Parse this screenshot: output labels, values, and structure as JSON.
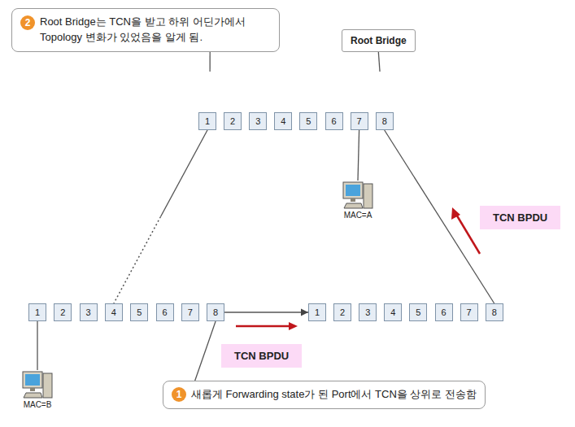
{
  "diagram": {
    "nodes": [
      {
        "text": [
          "2",
          "Root Bridge는 TCN을 받고 하위 어딘가에서 Topology 변화가 있었음을 알게 됨."
        ]
      },
      {
        "text": [
          "Root Bridge"
        ]
      },
      {
        "text": []
      },
      {
        "text": [
          "1"
        ],
        "in": 2
      },
      {
        "text": [
          "2"
        ],
        "in": 2
      },
      {
        "text": [
          "3"
        ],
        "in": 2
      },
      {
        "text": [
          "4"
        ],
        "in": 2
      },
      {
        "text": [
          "5"
        ],
        "in": 2
      },
      {
        "text": [
          "6"
        ],
        "in": 2
      },
      {
        "text": [
          "7"
        ],
        "in": 2
      },
      {
        "text": [
          "8"
        ],
        "in": 2
      },
      {
        "text": [
          "MAC=A"
        ]
      },
      {
        "text": [
          "TCN BPDU"
        ]
      },
      {
        "text": []
      },
      {
        "text": [
          "1"
        ],
        "in": 13
      },
      {
        "text": [
          "2"
        ],
        "in": 13
      },
      {
        "text": [
          "3"
        ],
        "in": 13
      },
      {
        "text": [
          "4"
        ],
        "in": 13
      },
      {
        "text": [
          "5"
        ],
        "in": 13
      },
      {
        "text": [
          "6"
        ],
        "in": 13
      },
      {
        "text": [
          "7"
        ],
        "in": 13
      },
      {
        "text": [
          "8"
        ],
        "in": 13
      },
      {
        "text": []
      },
      {
        "text": [
          "1"
        ],
        "in": 22
      },
      {
        "text": [
          "2"
        ],
        "in": 22
      },
      {
        "text": [
          "3"
        ],
        "in": 22
      },
      {
        "text": [
          "4"
        ],
        "in": 22
      },
      {
        "text": [
          "5"
        ],
        "in": 22
      },
      {
        "text": [
          "6"
        ],
        "in": 22
      },
      {
        "text": [
          "7"
        ],
        "in": 22
      },
      {
        "text": [
          "8"
        ],
        "in": 22
      },
      {
        "text": [
          "TCN BPDU"
        ]
      },
      {
        "text": [
          "1",
          "새롭게 Forwarding state가 된 Port에서 TCN을 상위로 전송함"
        ]
      },
      {
        "text": [
          "MAC=B"
        ]
      }
    ],
    "edges": [
      {
        "from": 0,
        "to": 2,
        "arrow": "none"
      },
      {
        "from": 1,
        "to": 2,
        "arrow": "none"
      },
      {
        "from": 3,
        "to": 17,
        "arrow": "none"
      },
      {
        "from": 9,
        "to": 11,
        "arrow": "none"
      },
      {
        "from": 10,
        "to": 30,
        "arrow": "none"
      },
      {
        "from": 21,
        "to": 23,
        "arrow": "to"
      },
      {
        "from": 32,
        "to": 21,
        "arrow": "none"
      },
      {
        "from": 14,
        "to": 33,
        "arrow": "none"
      }
    ]
  }
}
